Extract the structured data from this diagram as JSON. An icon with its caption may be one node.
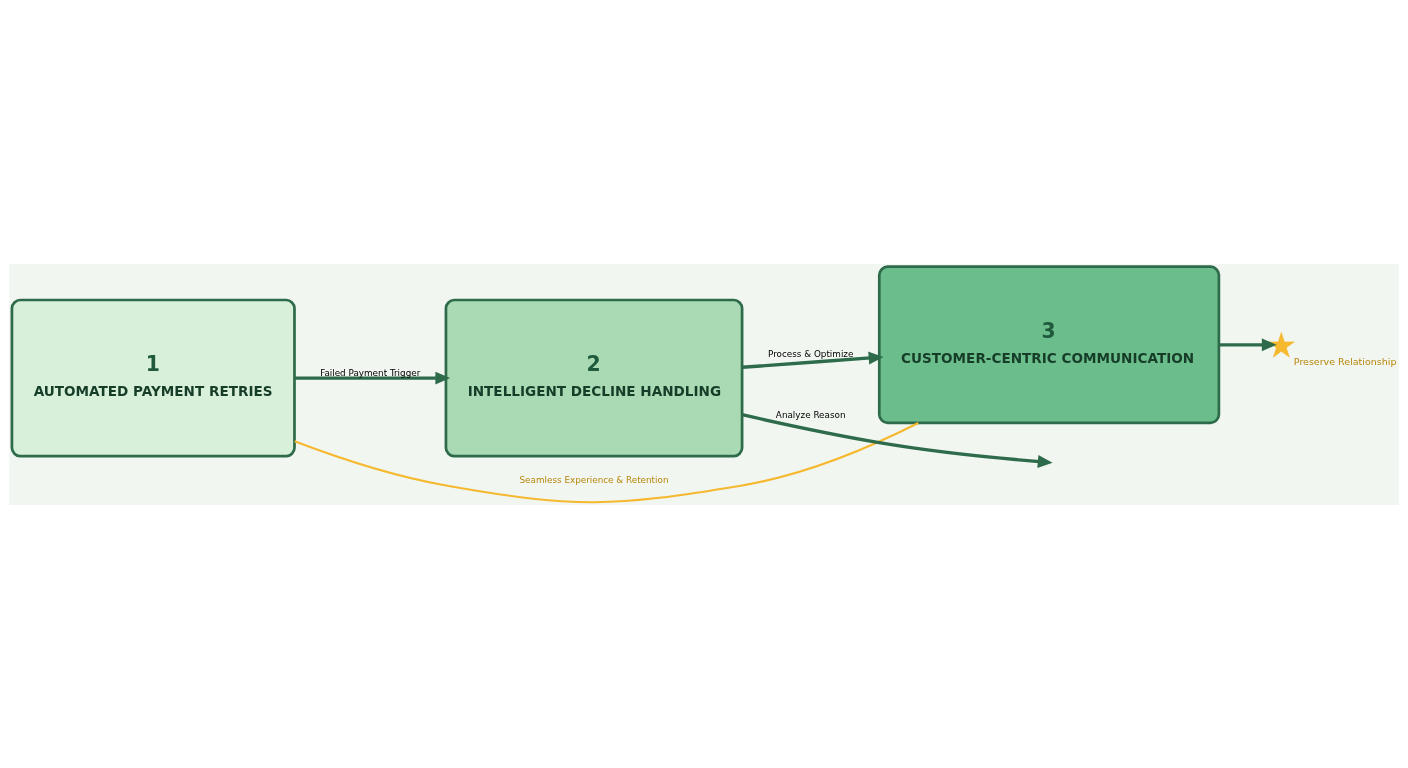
{
  "diagram": {
    "nodes": [
      {
        "text": [
          "1",
          "AUTOMATED PAYMENT RETRIES"
        ]
      },
      {
        "text": [
          "2",
          "INTELLIGENT DECLINE HANDLING"
        ]
      },
      {
        "text": [
          "3",
          "CUSTOMER-CENTRIC COMMUNICATION"
        ]
      },
      {
        "text": [],
        "shape": "star",
        "beside": [
          "Preserve Relationship"
        ]
      }
    ],
    "edges": [
      {
        "from": 0,
        "to": 1,
        "arrow": "to",
        "label": "Failed Payment Trigger"
      },
      {
        "from": 1,
        "to": 2,
        "arrow": "to",
        "label": "Process & Optimize"
      },
      {
        "from": 1,
        "to": null,
        "arrow": "to",
        "label": "Analyze Reason"
      },
      {
        "from": 2,
        "to": 3,
        "arrow": "to"
      },
      {
        "from": 0,
        "to": 2,
        "arrow": "none",
        "color": "#f5b82e",
        "label": "Seamless Experience & Retention"
      }
    ]
  }
}
